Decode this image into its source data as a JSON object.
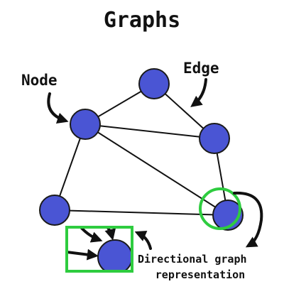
{
  "title": "Graphs",
  "labels": {
    "node": "Node",
    "edge": "Edge",
    "caption_line1": "Directional graph",
    "caption_line2": "representation"
  },
  "colors": {
    "node_fill": "#4a55d4",
    "highlight": "#2ecc3f",
    "ink": "#111111"
  },
  "graph": {
    "nodes": [
      "top",
      "left-upper",
      "right-upper",
      "left-lower",
      "right-lower"
    ],
    "edges": [
      [
        "top",
        "left-upper"
      ],
      [
        "top",
        "right-upper"
      ],
      [
        "left-upper",
        "right-upper"
      ],
      [
        "left-upper",
        "left-lower"
      ],
      [
        "left-upper",
        "right-lower"
      ],
      [
        "right-upper",
        "right-lower"
      ],
      [
        "left-lower",
        "right-lower"
      ]
    ],
    "highlighted_node": "right-lower"
  }
}
